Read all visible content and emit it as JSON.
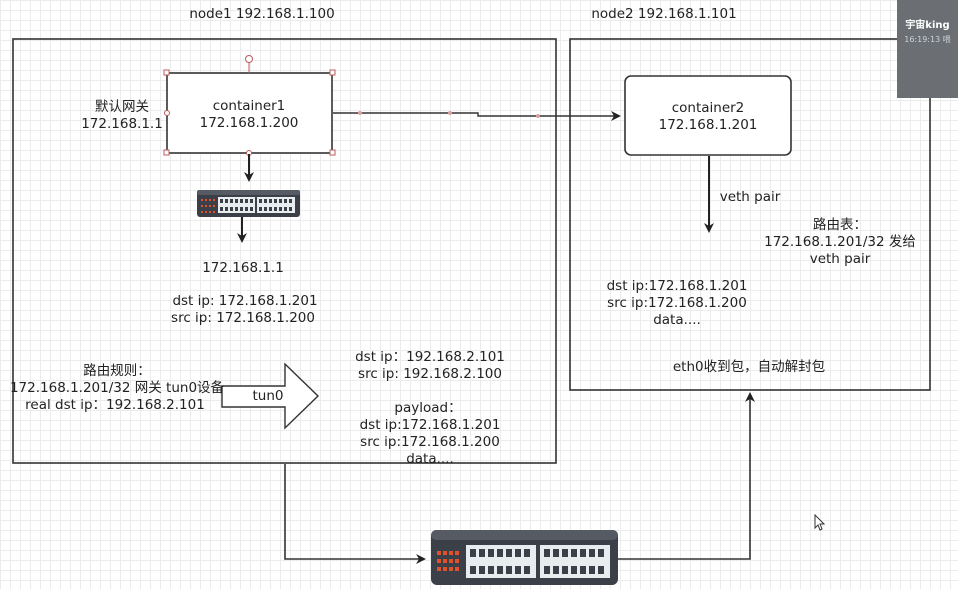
{
  "node1": {
    "title": "node1 192.168.1.100",
    "gateway": [
      "默认网关",
      "172.168.1.1"
    ],
    "container": {
      "name": "container1",
      "ip": "172.168.1.200"
    },
    "bridge_ip": "172.168.1.1",
    "inner_packet": [
      "dst ip:  172.168.1.201",
      "src ip: 172.168.1.200"
    ],
    "route_rule": [
      "路由规则：",
      "172.168.1.201/32 网关 tun0设备",
      "real dst ip：192.168.2.101"
    ],
    "tun_label": "tun0",
    "outer_packet": [
      "dst ip：192.168.2.101",
      "src ip: 192.168.2.100"
    ],
    "payload": [
      "payload：",
      "dst ip:172.168.1.201",
      "src ip:172.168.1.200",
      "data...."
    ]
  },
  "node2": {
    "title": "node2 192.168.1.101",
    "container": {
      "name": "container2",
      "ip": "172.168.1.201"
    },
    "veth_label": "veth pair",
    "route_table": [
      "路由表：",
      "172.168.1.201/32 发给",
      "veth pair"
    ],
    "packet": [
      "dst ip:172.168.1.201",
      "src ip:172.168.1.200",
      "data...."
    ],
    "eth0_note": "eth0收到包，自动解封包"
  },
  "overlay": {
    "name": "宇宙king",
    "time": "16:19:13 喂"
  },
  "icons": {
    "switch_small": "network-switch-icon",
    "switch_large": "network-switch-icon",
    "cursor": "mouse-pointer-icon"
  },
  "colors": {
    "line": "#222222",
    "switch_body": "#3b3f47",
    "switch_port": "#e9ecef",
    "switch_led": "#e0502d",
    "selection": "#b85c5c"
  }
}
